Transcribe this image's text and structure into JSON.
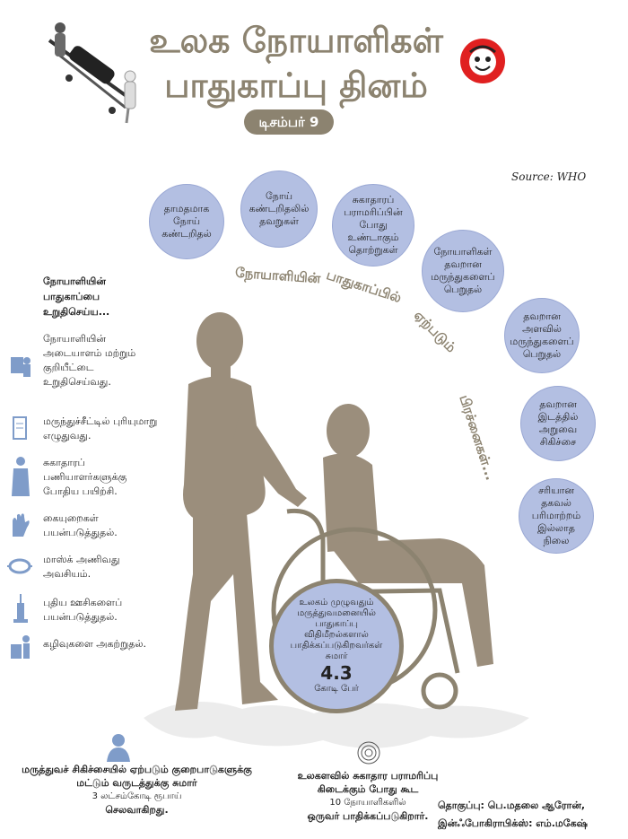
{
  "header": {
    "title_line1": "உலக நோயாளிகள்",
    "title_line2": "பாதுகாப்பு தினம்",
    "date": "டிசம்பர் 9",
    "source": "Source:  WHO"
  },
  "arc_heading": [
    "நோயாளியின்",
    "பாதுகாப்பில்",
    "ஏற்படும்",
    "பிரச்னைகள்..."
  ],
  "problems": [
    "தாமதமாக நோய் கண்டறிதல்",
    "நோய் கண்டறிதலில் தவறுகள்",
    "சுகாதாரப் பராமரிப்பின் போது உண்டாகும் தொற்றுகள்",
    "நோயாளிகள் தவறான மருந்துகளைப் பெறுதல்",
    "தவறான அளவில் மருந்துகளைப் பெறுதல்",
    "தவறான இடத்தில் அறுவை சிகிச்சை",
    "சரியான தகவல் பரிமாற்றம் இல்லாத நிலை"
  ],
  "safety": {
    "heading": "நோயாளியின் பாதுகாப்பை உறுதிசெய்ய...",
    "tips": [
      {
        "text": "நோயாளியின் அடையாளம் மற்றும் குறியீட்டை உறுதிசெய்வது.",
        "icon": "id-check-icon"
      },
      {
        "text": "மருந்துச்சீட்டில் புரியுமாறு எழுதுவது.",
        "icon": "prescription-icon"
      },
      {
        "text": "சுகாதாரப் பணியாளர்களுக்கு போதிய பயிற்சி.",
        "icon": "health-worker-icon"
      },
      {
        "text": "கையுறைகள் பயன்படுத்துதல்.",
        "icon": "gloves-icon"
      },
      {
        "text": "மாஸ்க் அணிவது அவசியம்.",
        "icon": "mask-icon"
      },
      {
        "text": "புதிய ஊசிகளைப் பயன்படுத்துதல்.",
        "icon": "syringe-icon"
      },
      {
        "text": "கழிவுகளை அகற்றுதல்.",
        "icon": "waste-disposal-icon"
      }
    ]
  },
  "center_stat": {
    "text": "உலகம் முழுவதும் மருத்துவமனையில் பாதுகாப்பு விதிமீறல்களால் பாதிக்கப்படுகிறவர்கள் சுமார்",
    "number": "4.3",
    "unit": "கோடி பேர்"
  },
  "footer": {
    "left_text": "மருத்துவச் சிகிச்சையில் ஏற்படும் குறைபாடுகளுக்கு மட்டும் வருடத்துக்கு சுமார்",
    "left_small": "3 லட்சம்கோடி ரூபாய்",
    "left_end": "செலவாகிறது.",
    "mid_text": "உலகளவில் சுகாதார பராமரிப்பு கிடைக்கும் போது கூட",
    "mid_small": "10 நோயாளிகளில்",
    "mid_end": "ஒருவர் பாதிக்கப்படுகிறார்.",
    "credit1": "தொகுப்பு: பெ.மதலை ஆரோன்,",
    "credit2": "இன்ஃபோகிராபிக்ஸ்: எம்.மகேஷ்"
  },
  "colors": {
    "accent": "#8c8370",
    "bubble": "#b3bfe2",
    "logo_red": "#e02020"
  }
}
